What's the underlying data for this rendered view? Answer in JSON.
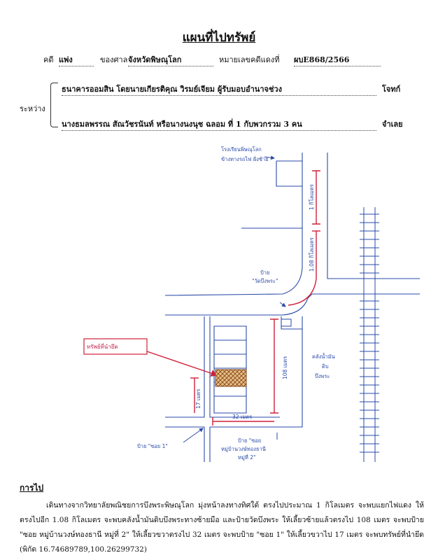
{
  "doc": {
    "title": "แผนที่ไปทรัพย์",
    "case_label": "คดี",
    "case_type": "แพ่ง",
    "court_label": "ของศาล",
    "court": "จังหวัดพิษณุโลก",
    "case_no_label": "หมายเลขคดีแดงที่",
    "case_no": "ผบE868/2566",
    "between_label": "ระหว่าง",
    "plaintiff": "ธนาคารออมสิน โดยนายเกียรติคุณ วิรมย์เจียม ผู้รับมอบอำนาจช่วง",
    "plaintiff_role": "โจทก์",
    "defendant": "นางธมลพรรณ สัณวัชรนันท์ หรือนางนงนุช ฉลอม ที่ 1 กับพวกรวม 3 คน",
    "defendant_role": "จำเลย"
  },
  "map": {
    "label_top": "โรงเรียนพิษณุโลก",
    "label_top2": "ข้างทางรถไฟ ฝั่งซ้าย",
    "dist1": "1 กิโลเมตร",
    "dist2": "1.08 กิโลเมตร",
    "sign1_a": "ป้าย",
    "sign1_b": "\"วัดบึงพระ\"",
    "dist3": "108 เมตร",
    "property_label": "ทรัพย์ที่นำยึด",
    "dist4": "17 เมตร",
    "dist5": "32 เมตร",
    "sign_soi1": "ป้าย \"ซอย 1\"",
    "sign_soi2_a": "ป้าย \"ซอย",
    "sign_soi2_b": "หมู่บ้านวงษ์ทองธานี",
    "sign_soi2_c": "หมู่ที่ 2\"",
    "right_a": "คลังน้ำมัน",
    "right_b": "ดิบ",
    "right_c": "บึงพระ"
  },
  "directions": {
    "heading": "การไป",
    "text": "เดินทางจากวิทยาลัยพณิชยการบึงพระพิษณุโลก มุ่งหน้าลงทางทิศใต้ ตรงไปประมาณ 1 กิโลเมตร จะพบแยกไฟแดง ให้ตรงไปอีก 1.08 กิโลเมตร จะพบคลังน้ำมันดิบบึงพระทางซ้ายมือ และป้ายวัดบึงพระ ให้เลี้ยวซ้ายแล้วตรงไป 108 เมตร จะพบป้าย \"ซอย หมู่บ้านวงษ์ทองธานี หมู่ที่ 2\" ให้เลี้ยวขวาตรงไป 32 เมตร จะพบป้าย \"ซอย 1\" ให้เลี้ยวขวาไป 17 เมตร จะพบทรัพย์ที่นำยึด (พิกัด 16.74689789,100.26299732)"
  }
}
